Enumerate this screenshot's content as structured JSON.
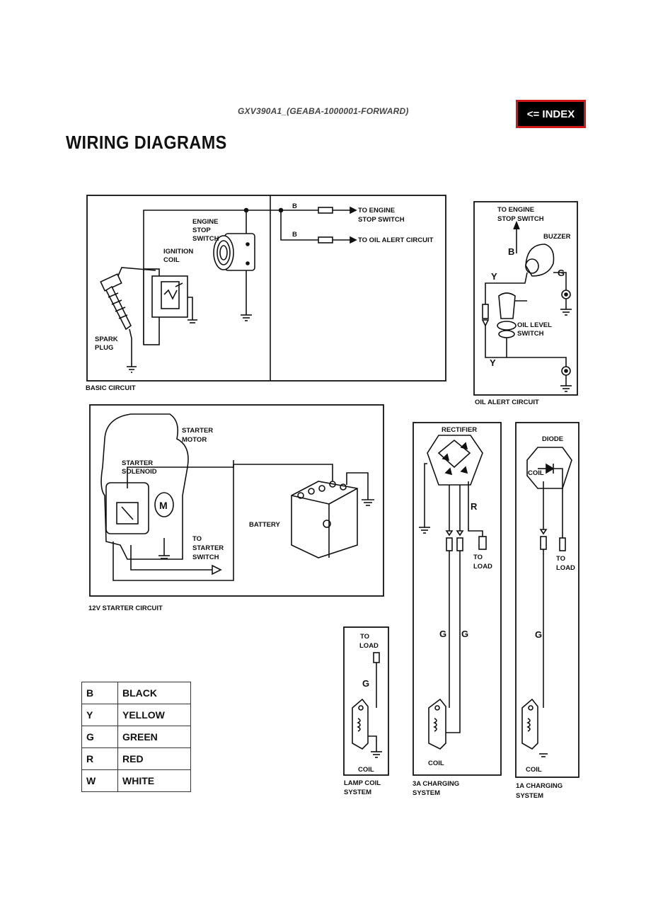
{
  "header": {
    "model": "GXV390A1_(GEABA-1000001-FORWARD)",
    "index_label": "<= INDEX",
    "page_title": "WIRING DIAGRAMS"
  },
  "basic_circuit": {
    "caption": "BASIC CIRCUIT",
    "wire_b1": "B",
    "wire_b2": "B",
    "to_engine_stop_1": "TO ENGINE",
    "to_engine_stop_2": "STOP SWITCH",
    "to_oil_alert": "TO OIL ALERT CIRCUIT",
    "engine_stop_1": "ENGINE",
    "engine_stop_2": "STOP",
    "engine_stop_3": "SWITCH",
    "ignition_1": "IGNITION",
    "ignition_2": "COIL",
    "spark_1": "SPARK",
    "spark_2": "PLUG"
  },
  "oil_alert": {
    "caption": "OIL ALERT CIRCUIT",
    "to_stop_1": "TO ENGINE",
    "to_stop_2": "STOP SWITCH",
    "buzzer": "BUZZER",
    "wire_b": "B",
    "wire_y1": "Y",
    "wire_g": "G",
    "wire_y2": "Y",
    "oil_level_1": "OIL LEVEL",
    "oil_level_2": "SWITCH"
  },
  "starter": {
    "caption": "12V STARTER CIRCUIT",
    "motor_1": "STARTER",
    "motor_2": "MOTOR",
    "solenoid_1": "STARTER",
    "solenoid_2": "SOLENOID",
    "battery": "BATTERY",
    "to_switch_1": "TO",
    "to_switch_2": "STARTER",
    "to_switch_3": "SWITCH",
    "motor_symbol": "M"
  },
  "charging_3a": {
    "caption_1": "3A CHARGING",
    "caption_2": "SYSTEM",
    "rectifier": "RECTIFIER",
    "wire_r": "R",
    "to_load_1": "TO",
    "to_load_2": "LOAD",
    "wire_g1": "G",
    "wire_g2": "G",
    "coil": "COIL"
  },
  "charging_1a": {
    "caption_1": "1A CHARGING",
    "caption_2": "SYSTEM",
    "diode": "DIODE",
    "coil_top": "COIL",
    "to_load_1": "TO",
    "to_load_2": "LOAD",
    "wire_g": "G",
    "coil": "COIL"
  },
  "lamp_coil": {
    "caption_1": "LAMP COIL",
    "caption_2": "SYSTEM",
    "to_load_1": "TO",
    "to_load_2": "LOAD",
    "wire_g": "G",
    "coil": "COIL"
  },
  "legend": [
    {
      "code": "B",
      "name": "BLACK"
    },
    {
      "code": "Y",
      "name": "YELLOW"
    },
    {
      "code": "G",
      "name": "GREEN"
    },
    {
      "code": "R",
      "name": "RED"
    },
    {
      "code": "W",
      "name": "WHITE"
    }
  ],
  "colors": {
    "index_border": "#d01818",
    "index_bg": "#000000"
  }
}
